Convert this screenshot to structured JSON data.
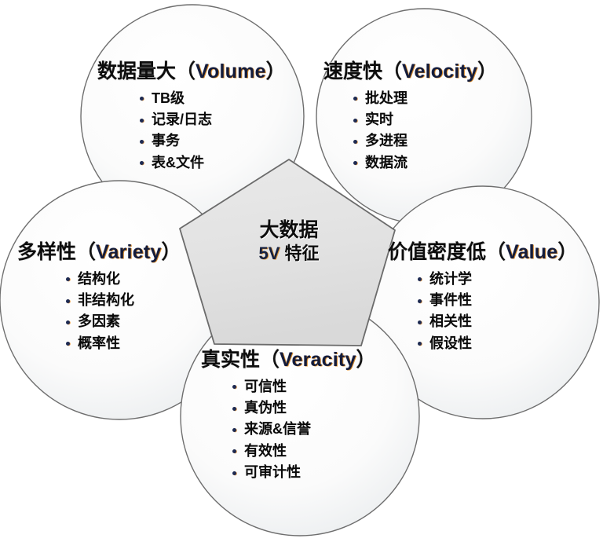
{
  "diagram": {
    "title": "大数据 5V 特征",
    "center": {
      "line1": "大数据",
      "line2_v": "5V",
      "line2_rest": " 特征"
    },
    "palette": {
      "circle_stroke": "#6e6e6e",
      "circle_fill_light": "#ffffff",
      "circle_fill_shade": "#eceff1",
      "pentagon_stroke": "#6b6b6b",
      "pentagon_fill": "#e3e3e3",
      "heading_cjk": "#0d0d0d",
      "heading_latin": "#141c3a",
      "latin_edge_accent": "#d98b2b",
      "bullet": "#1d2a52",
      "background": "#ffffff"
    },
    "nodes": [
      {
        "id": "volume",
        "position": "top-left",
        "heading_cjk": "数据量大",
        "heading_open_paren": "（",
        "heading_latin": "Volume",
        "heading_close_paren": "）",
        "items": [
          "TB级",
          "记录/日志",
          "事务",
          "表&文件"
        ]
      },
      {
        "id": "velocity",
        "position": "top-right",
        "heading_cjk": "速度快",
        "heading_open_paren": "（",
        "heading_latin": "Velocity",
        "heading_close_paren": "）",
        "items": [
          "批处理",
          "实时",
          "多进程",
          "数据流"
        ]
      },
      {
        "id": "variety",
        "position": "left",
        "heading_cjk": "多样性",
        "heading_open_paren": "（",
        "heading_latin": "Variety",
        "heading_close_paren": "）",
        "items": [
          "结构化",
          "非结构化",
          "多因素",
          "概率性"
        ]
      },
      {
        "id": "value",
        "position": "right",
        "heading_cjk": "价值密度低",
        "heading_open_paren": "（",
        "heading_latin": "Value",
        "heading_close_paren": "）",
        "items": [
          "统计学",
          "事件性",
          "相关性",
          "假设性"
        ]
      },
      {
        "id": "veracity",
        "position": "bottom",
        "heading_cjk": "真实性",
        "heading_open_paren": "（",
        "heading_latin": "Veracity",
        "heading_close_paren": "）",
        "items": [
          "可信性",
          "真伪性",
          "来源&信誉",
          "有效性",
          "可审计性"
        ]
      }
    ]
  }
}
